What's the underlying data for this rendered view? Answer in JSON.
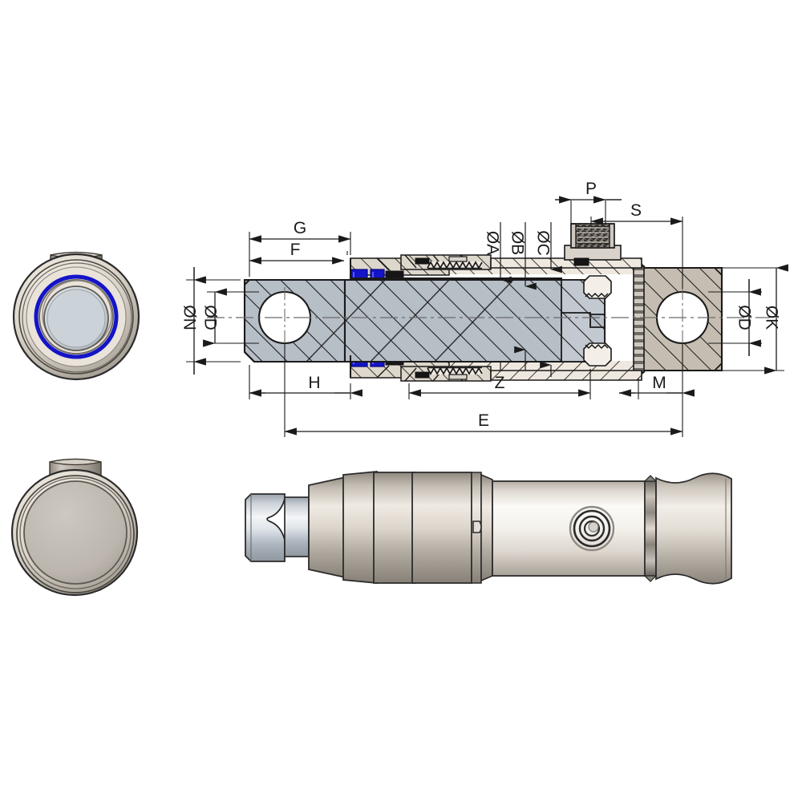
{
  "drawing": {
    "type": "engineering-technical-drawing",
    "subject": "hydraulic-cylinder-double-clevis-cross-section",
    "background_color": "#ffffff",
    "line_color": "#1a1a1a"
  },
  "colors": {
    "rod_steel": "#b6bec6",
    "rod_steel_light": "#c7ced5",
    "housing_tan": "#c5bdb1",
    "housing_tan_light": "#ded7cc",
    "housing_cream": "#efe8de",
    "seal_blue": "#1414c8",
    "seal_black": "#151515",
    "port_dark": "#3a3632",
    "outline": "#1a1a1a",
    "hatch": "#1a1a1a",
    "centerline": "#6b6b6b",
    "dim_line": "#1a1a1a",
    "view_metal_light": "#e8e4dd",
    "view_metal_mid": "#b9b3a9",
    "view_metal_dark": "#8d877e",
    "view_rod_light": "#f2f4f6",
    "view_rod_mid": "#b9c0c7"
  },
  "dimensions": {
    "top": [
      {
        "id": "G",
        "label": "G",
        "orientation": "horizontal"
      },
      {
        "id": "F",
        "label": "F",
        "orientation": "horizontal"
      },
      {
        "id": "P",
        "label": "P",
        "orientation": "horizontal"
      },
      {
        "id": "S",
        "label": "S",
        "orientation": "horizontal"
      }
    ],
    "left": [
      {
        "id": "N",
        "label": "ØN",
        "orientation": "vertical"
      },
      {
        "id": "Dleft",
        "label": "ØD",
        "orientation": "vertical"
      }
    ],
    "right": [
      {
        "id": "Dright",
        "label": "ØD",
        "orientation": "vertical"
      },
      {
        "id": "K",
        "label": "ØK",
        "orientation": "vertical"
      }
    ],
    "leaders": [
      {
        "id": "A",
        "label": "ØA",
        "orientation": "vertical-leader"
      },
      {
        "id": "B",
        "label": "ØB",
        "orientation": "vertical-leader"
      },
      {
        "id": "C",
        "label": "ØC",
        "orientation": "vertical-leader"
      }
    ],
    "bottom": [
      {
        "id": "H",
        "label": "H",
        "orientation": "horizontal"
      },
      {
        "id": "Z",
        "label": "Z",
        "orientation": "horizontal"
      },
      {
        "id": "M",
        "label": "M",
        "orientation": "horizontal"
      },
      {
        "id": "E",
        "label": "E",
        "orientation": "horizontal"
      }
    ]
  },
  "views": {
    "section_view": {
      "name": "longitudinal-cross-section",
      "features": [
        "left-clevis-eye",
        "rod-seal-pack",
        "gland-nut",
        "piston-rod",
        "barrel",
        "oil-port",
        "right-clevis-eye",
        "bore-hole"
      ]
    },
    "end_view_top": {
      "name": "front-end-view-with-seal",
      "features": [
        "outer-ring",
        "blue-seal-ring",
        "rod-face",
        "top-port-boss"
      ]
    },
    "end_view_bottom": {
      "name": "rear-end-view",
      "features": [
        "outer-ring",
        "flat-face",
        "top-port-boss"
      ]
    },
    "iso_view": {
      "name": "3d-solid-model-side-view",
      "features": [
        "spool-rod-end",
        "stepped-collar",
        "barrel-body",
        "port-boss",
        "knurled-band",
        "rear-clevis"
      ]
    }
  }
}
